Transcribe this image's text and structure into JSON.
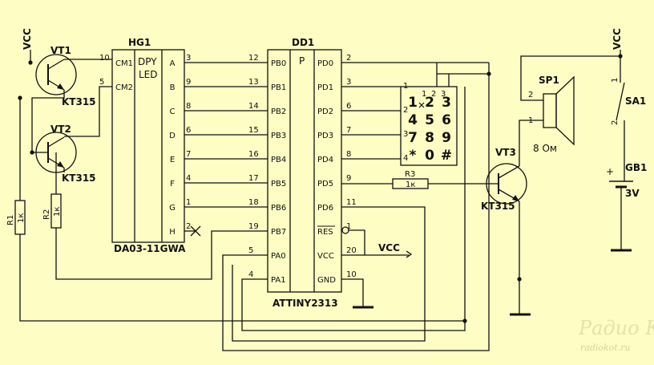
{
  "hg1": {
    "ref": "HG1",
    "type": "DPY\nLED",
    "part": "DA03-11GWA",
    "left_pins": [
      {
        "num": "10",
        "name": "CM1"
      },
      {
        "num": "5",
        "name": "CM2"
      }
    ],
    "right_pins": [
      {
        "num": "3",
        "name": "A"
      },
      {
        "num": "9",
        "name": "B"
      },
      {
        "num": "8",
        "name": "C"
      },
      {
        "num": "6",
        "name": "D"
      },
      {
        "num": "7",
        "name": "E"
      },
      {
        "num": "4",
        "name": "F"
      },
      {
        "num": "1",
        "name": "G"
      },
      {
        "num": "2",
        "name": "H"
      }
    ]
  },
  "dd1": {
    "ref": "DD1",
    "type": "P",
    "part": "ATTINY2313",
    "left_pins": [
      {
        "num": "12",
        "name": "PB0"
      },
      {
        "num": "13",
        "name": "PB1"
      },
      {
        "num": "14",
        "name": "PB2"
      },
      {
        "num": "15",
        "name": "PB3"
      },
      {
        "num": "16",
        "name": "PB4"
      },
      {
        "num": "17",
        "name": "PB5"
      },
      {
        "num": "18",
        "name": "PB6"
      },
      {
        "num": "19",
        "name": "PB7"
      },
      {
        "num": "5",
        "name": "PA0"
      },
      {
        "num": "4",
        "name": "PA1"
      }
    ],
    "right_pins": [
      {
        "num": "2",
        "name": "PD0"
      },
      {
        "num": "3",
        "name": "PD1"
      },
      {
        "num": "6",
        "name": "PD2"
      },
      {
        "num": "7",
        "name": "PD3"
      },
      {
        "num": "8",
        "name": "PD4"
      },
      {
        "num": "9",
        "name": "PD5"
      },
      {
        "num": "11",
        "name": "PD6"
      },
      {
        "num": "1",
        "name": "RES"
      },
      {
        "num": "20",
        "name": "VCC"
      },
      {
        "num": "10",
        "name": "GND"
      }
    ]
  },
  "keypad": {
    "keys": [
      [
        "1",
        "2",
        "3"
      ],
      [
        "4",
        "5",
        "6"
      ],
      [
        "7",
        "8",
        "9"
      ],
      [
        "*",
        "0",
        "#"
      ]
    ],
    "pins": [
      "1",
      "2",
      "3",
      "4"
    ]
  },
  "transistors": [
    {
      "ref": "VT1",
      "part": "KT315"
    },
    {
      "ref": "VT2",
      "part": "KT315"
    },
    {
      "ref": "VT3",
      "part": "KT315"
    }
  ],
  "resistors": [
    {
      "ref": "R1",
      "value": "1к"
    },
    {
      "ref": "R2",
      "value": "1к"
    },
    {
      "ref": "R3",
      "value": "1к"
    }
  ],
  "speaker": {
    "ref": "SP1",
    "value": "8 Ом",
    "pins": [
      "2",
      "1"
    ]
  },
  "switch": {
    "ref": "SA1",
    "pins": [
      "1",
      "2"
    ]
  },
  "battery": {
    "ref": "GB1",
    "value": "3V"
  },
  "power": {
    "vcc": "VCC"
  },
  "watermark": {
    "logo": "Радио КОТ",
    "url": "radiokot.ru"
  }
}
